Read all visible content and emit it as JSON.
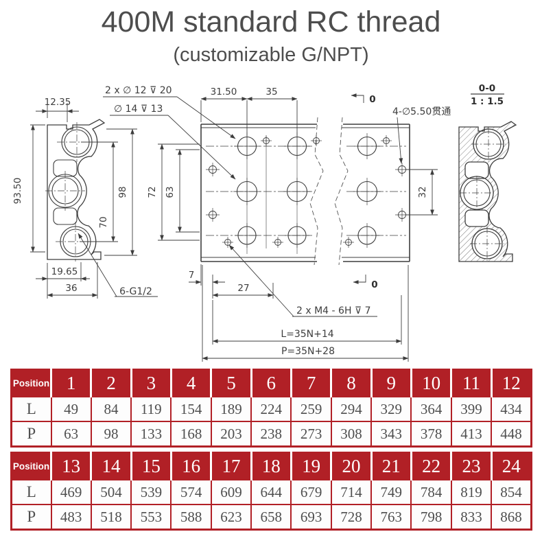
{
  "title": "400M standard RC thread",
  "subtitle": "(customizable G/NPT)",
  "drawing": {
    "labels": {
      "dim_12_35": "12.35",
      "dim_93_50": "93.50",
      "hole_note_top": "2 x ∅ 12 ⊽ 20",
      "hole_note_mid": "∅ 14 ⊽ 13",
      "dim_31_50": "31.50",
      "dim_35": "35",
      "dim_70": "70",
      "dim_98": "98",
      "dim_72": "72",
      "dim_63": "63",
      "dim_32": "32",
      "dim_19_65": "19.65",
      "dim_36": "36",
      "port_note": "6-G1/2",
      "dim_7": "7",
      "dim_27": "27",
      "thread_note": "2 x  M4 - 6H ⊽ 7",
      "through_hole_note": "4-∅5.50贯通",
      "length_formula": "L=35N+14",
      "pitch_formula": "P=35N+28",
      "section_marker_top": "0",
      "section_marker_bottom": "0",
      "section_label": "0-0",
      "section_scale": "1 : 1.5"
    }
  },
  "tables": [
    {
      "position_label": "Position",
      "columns": [
        "1",
        "2",
        "3",
        "4",
        "5",
        "6",
        "7",
        "8",
        "9",
        "10",
        "11",
        "12"
      ],
      "rows": [
        {
          "label": "L",
          "values": [
            "49",
            "84",
            "119",
            "154",
            "189",
            "224",
            "259",
            "294",
            "329",
            "364",
            "399",
            "434"
          ]
        },
        {
          "label": "P",
          "values": [
            "63",
            "98",
            "133",
            "168",
            "203",
            "238",
            "273",
            "308",
            "343",
            "378",
            "413",
            "448"
          ]
        }
      ]
    },
    {
      "position_label": "Position",
      "columns": [
        "13",
        "14",
        "15",
        "16",
        "17",
        "18",
        "19",
        "20",
        "21",
        "22",
        "23",
        "24"
      ],
      "rows": [
        {
          "label": "L",
          "values": [
            "469",
            "504",
            "539",
            "574",
            "609",
            "644",
            "679",
            "714",
            "749",
            "784",
            "819",
            "854"
          ]
        },
        {
          "label": "P",
          "values": [
            "483",
            "518",
            "553",
            "588",
            "623",
            "658",
            "693",
            "728",
            "763",
            "798",
            "833",
            "868"
          ]
        }
      ]
    }
  ],
  "colors": {
    "table_header_bg": "#b12026",
    "table_border": "#b12026",
    "drawing_stroke": "#3d3d3d",
    "title_text": "#4d4d4d",
    "body_text": "#4f4f4f"
  }
}
